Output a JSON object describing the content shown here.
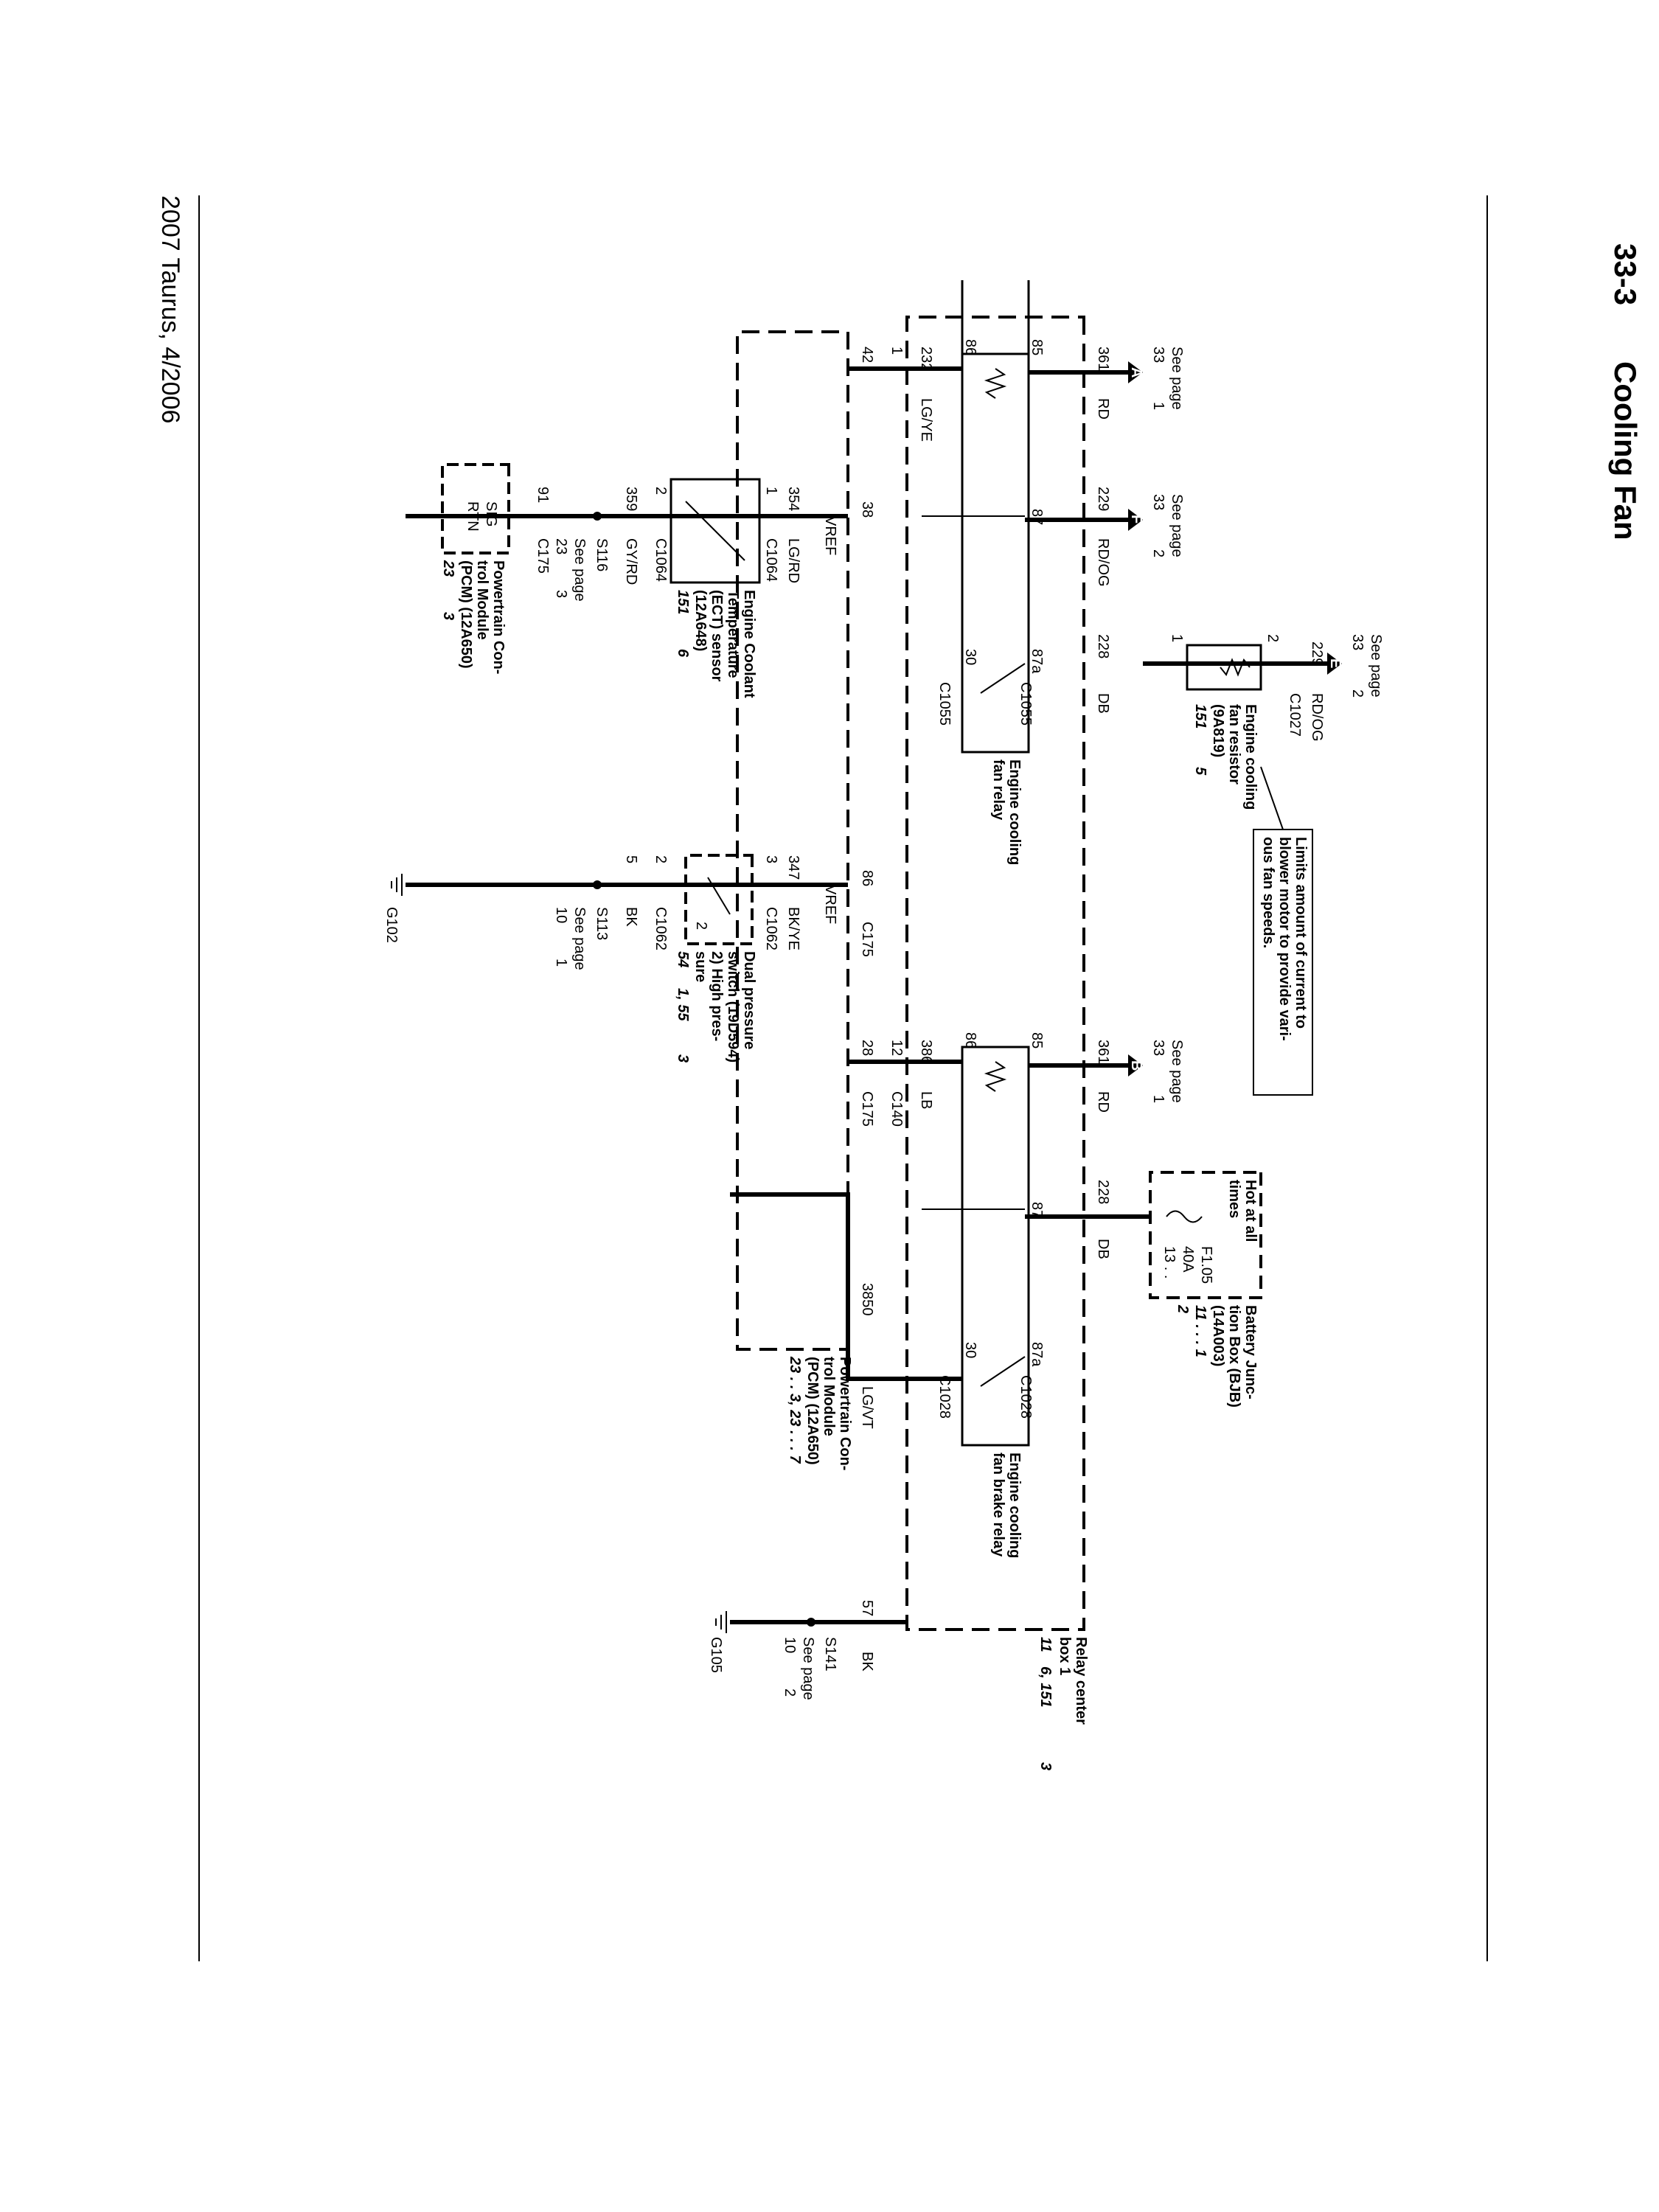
{
  "header": {
    "page_number": "33-3",
    "title": "Cooling Fan"
  },
  "footer": {
    "text": "2007 Taurus, 4/2006"
  },
  "annotations": {
    "note": [
      "Limits amount of current to",
      "blower motor to provide vari-",
      "ous fan speeds."
    ]
  },
  "components": {
    "relay_center": [
      "Relay center",
      "box 1"
    ],
    "relay_center_ref": [
      "11",
      "6, 151",
      "3"
    ],
    "bjb": [
      "Battery Junc-",
      "tion Box (BJB)",
      "(14A003)"
    ],
    "bjb_ref": [
      "11 . . . 1",
      "2"
    ],
    "bjb_hot": [
      "Hot at all",
      "times"
    ],
    "fuse": [
      "F1.05",
      "40A",
      "13 . ."
    ],
    "fan_resistor": [
      "Engine cooling",
      "fan resistor",
      "(9A819)"
    ],
    "fan_resistor_ref": [
      "151",
      "5"
    ],
    "fan_relay": [
      "Engine cooling",
      "fan relay"
    ],
    "brake_relay": [
      "Engine cooling",
      "fan brake relay"
    ],
    "pcm_main": [
      "Powertrain Con-",
      "trol Module",
      "(PCM) (12A650)"
    ],
    "pcm_main_ref": [
      "23 . . 3, 23 . . . 7"
    ],
    "ect": [
      "Engine Coolant",
      "Temperature",
      "(ECT) sensor",
      "(12A648)"
    ],
    "ect_ref": [
      "151",
      "6"
    ],
    "pcm_small": [
      "Powertrain Con-",
      "trol Module",
      "(PCM) (12A650)"
    ],
    "pcm_small_ref": [
      "23",
      "3"
    ],
    "dual_switch": [
      "Dual pressure",
      "switch (19D594)",
      "2)  High pres-",
      "sure"
    ],
    "dual_switch_ref": [
      "54",
      "1, 55",
      "3"
    ]
  },
  "page_refs": {
    "A": {
      "letter": "A",
      "label": "See page",
      "page": "33",
      "num": "1"
    },
    "F": {
      "letter": "F",
      "label": "See page",
      "page": "33",
      "num": "2"
    },
    "E": {
      "letter": "E",
      "label": "See page",
      "page": "33",
      "num": "2"
    },
    "B": {
      "letter": "B",
      "label": "See page",
      "page": "33",
      "num": "1"
    }
  },
  "wires": {
    "w361a": {
      "circuit": "361",
      "color": "RD"
    },
    "w229a": {
      "circuit": "229",
      "color": "RD/OG"
    },
    "w229b": {
      "circuit": "229",
      "color": "RD/OG"
    },
    "w228a": {
      "circuit": "228",
      "color": "DB"
    },
    "w361b": {
      "circuit": "361",
      "color": "RD"
    },
    "w228b": {
      "circuit": "228",
      "color": "DB"
    },
    "w232": {
      "circuit": "232",
      "color": "LG/YE"
    },
    "w386": {
      "circuit": "386",
      "color": "LB"
    },
    "w3850": {
      "circuit": "3850",
      "color": "LG/VT"
    },
    "w57": {
      "circuit": "57",
      "color": "BK"
    },
    "w354": {
      "circuit": "354",
      "color": "LG/RD"
    },
    "w359": {
      "circuit": "359",
      "color": "GY/RD"
    },
    "w347": {
      "circuit": "347",
      "color": "BK/YE"
    },
    "w5": {
      "circuit": "5",
      "color": "BK"
    },
    "w91": {
      "circuit": "91"
    }
  },
  "connectors": {
    "c1027": "C1027",
    "c1055a": "C1055",
    "c1055b": "C1055",
    "c1028a": "C1028",
    "c1028b": "C1028",
    "c140": "C140",
    "c175a": "C175",
    "c175b": "C175",
    "c175c": "C175",
    "c1064a": "C1064",
    "c1064b": "C1064",
    "c1062a": "C1062",
    "c1062b": "C1062"
  },
  "pins": {
    "r1_85": "85",
    "r1_86": "86",
    "r1_87": "87",
    "r1_87a": "87a",
    "r1_30": "30",
    "r2_85": "85",
    "r2_86": "86",
    "r2_87": "87",
    "r2_87a": "87a",
    "r2_30": "30",
    "res_1": "1",
    "res_2": "2",
    "pcm_42": "42",
    "pcm_38": "38",
    "pcm_86": "86",
    "pcm_28": "28",
    "c140_1": "1",
    "c140_12": "12",
    "ect_1": "1",
    "ect_2": "2",
    "sw_3": "3",
    "sw_2": "2",
    "sw_2b": "2",
    "vref1": "VREF",
    "vref2": "VREF",
    "sig": "SIG",
    "rtn": "RTN"
  },
  "splices": {
    "s116": "S116",
    "s116_label": "See page",
    "s116_page": "23",
    "s116_num": "3",
    "s113": "S113",
    "s113_label": "See page",
    "s113_page": "10",
    "s113_num": "1",
    "s141": "S141",
    "s141_label": "See page",
    "s141_page": "10",
    "s141_num": "2"
  },
  "grounds": {
    "g102": "G102",
    "g105": "G105"
  }
}
